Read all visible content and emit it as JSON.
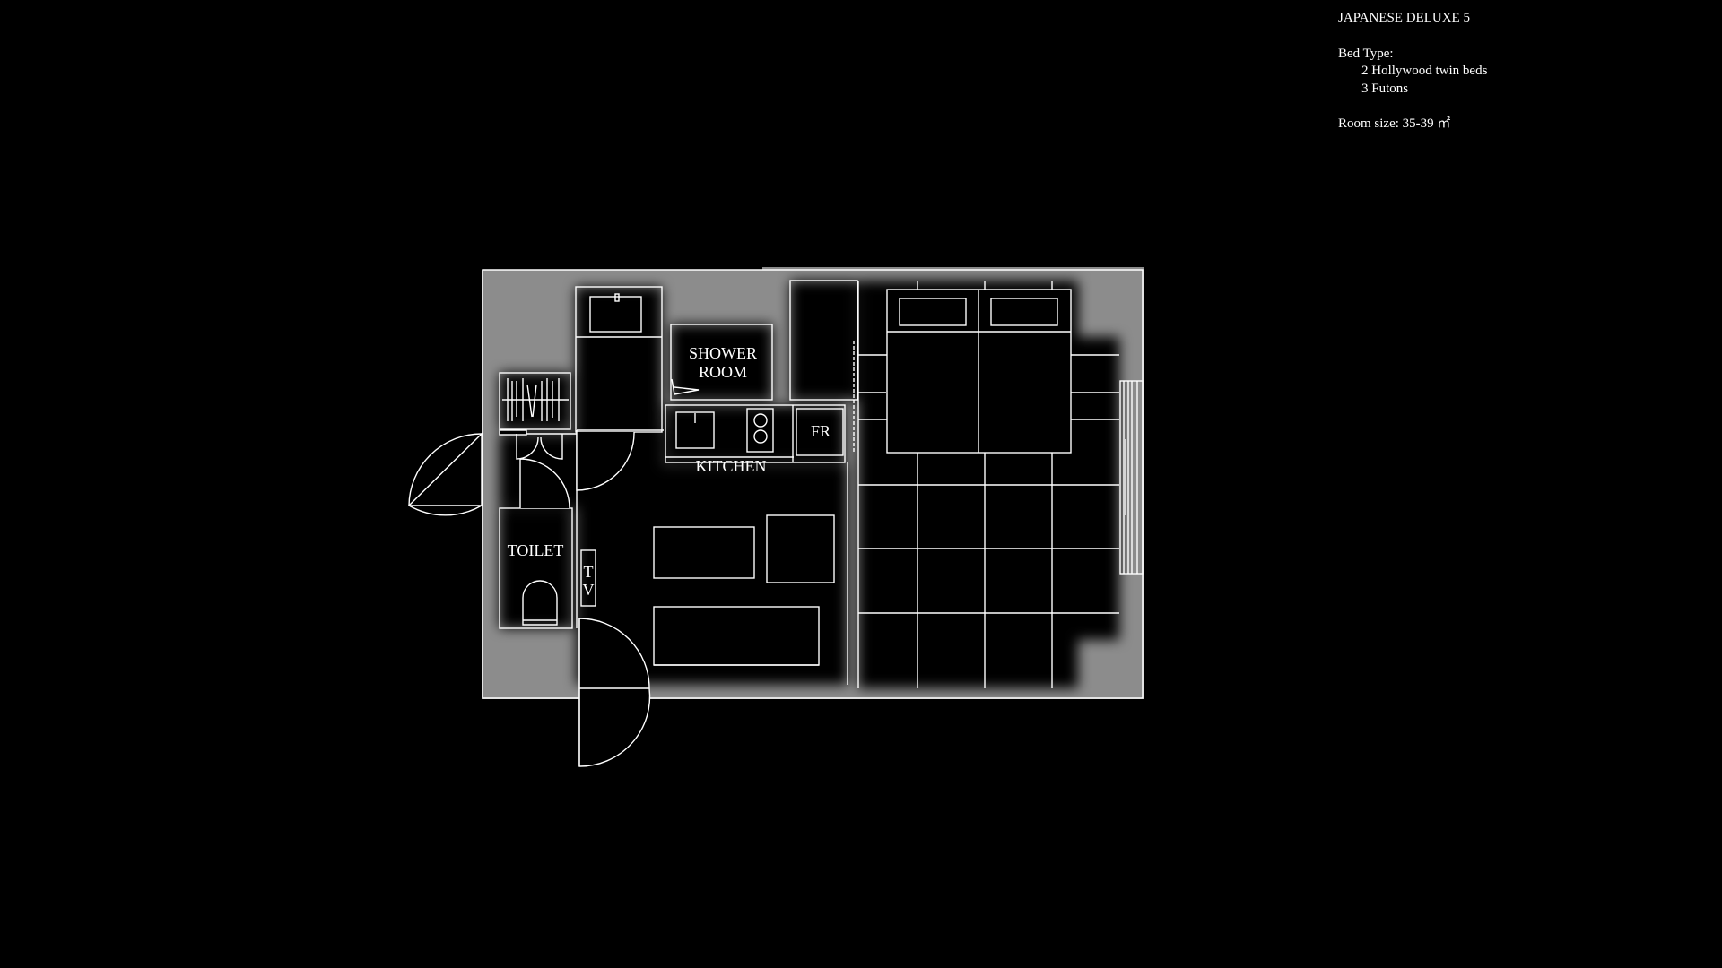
{
  "info": {
    "room_name": "JAPANESE DELUXE 5",
    "bed_type_label": "Bed Type:",
    "beds": [
      "2 Hollywood twin beds",
      "3 Futons"
    ],
    "room_size": "Room size: 35-39 ㎡"
  },
  "labels": {
    "shower": [
      "SHOWER",
      "ROOM"
    ],
    "kitchen": "KITCHEN",
    "fr": "FR",
    "toilet": "TOILET",
    "tv": [
      "T",
      "V"
    ]
  },
  "colors": {
    "background": "#000000",
    "wall": "#8c8c8c",
    "line": "#ffffff"
  }
}
